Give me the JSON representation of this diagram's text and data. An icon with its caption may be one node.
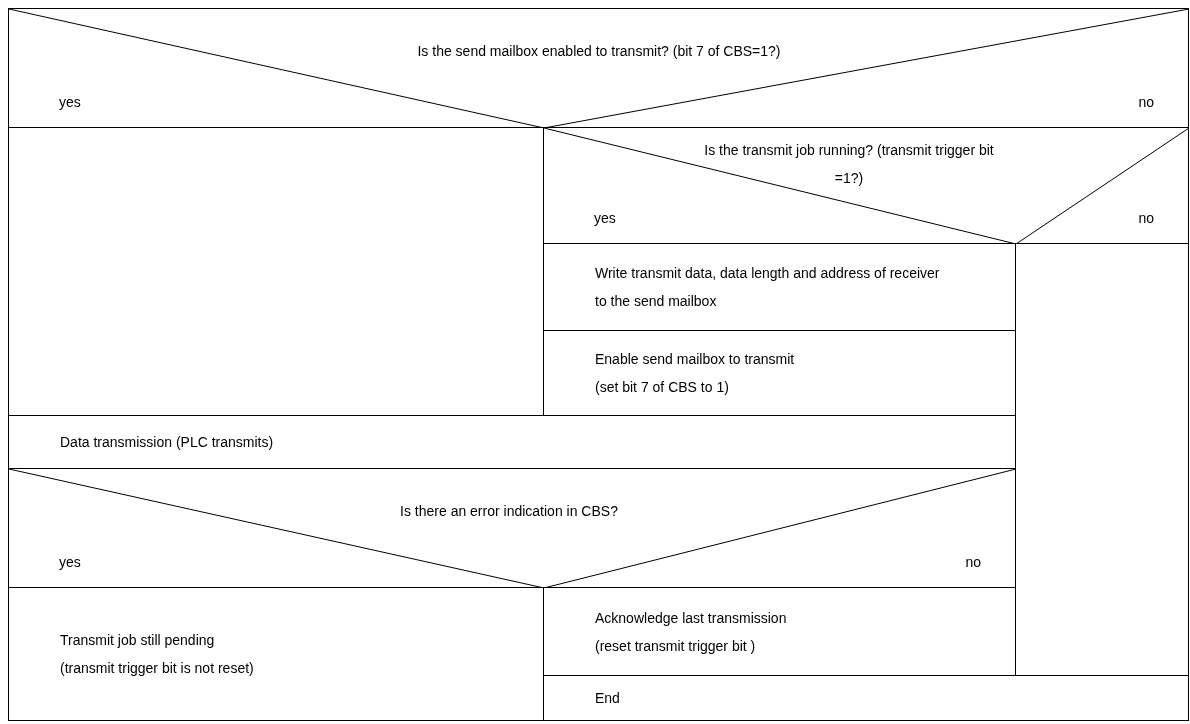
{
  "diagram": {
    "nodes": [
      {
        "text": [
          "Is the send mailbox enabled to transmit? (bit 7 of CBS=1?)",
          "yes",
          "no"
        ]
      },
      {
        "text": [],
        "shape": "box"
      },
      {
        "text": [
          "Is the transmit job running? (transmit trigger bit =1?)",
          "yes",
          "no"
        ]
      },
      {
        "text": [
          "Write transmit data, data length and address of receiver to the send mailbox"
        ]
      },
      {
        "text": [
          "Enable send mailbox to transmit",
          "(set bit 7 of CBS to 1)"
        ]
      },
      {
        "text": [],
        "shape": "box"
      },
      {
        "text": [
          "Data transmission (PLC transmits)"
        ]
      },
      {
        "text": [
          "Is there an error indication in CBS?",
          "yes",
          "no"
        ]
      },
      {
        "text": [
          "Transmit job still pending",
          "(transmit trigger bit is not reset)"
        ]
      },
      {
        "text": [
          "Acknowledge last transmission",
          "(reset transmit trigger bit )"
        ]
      },
      {
        "text": [
          "End"
        ]
      }
    ]
  }
}
